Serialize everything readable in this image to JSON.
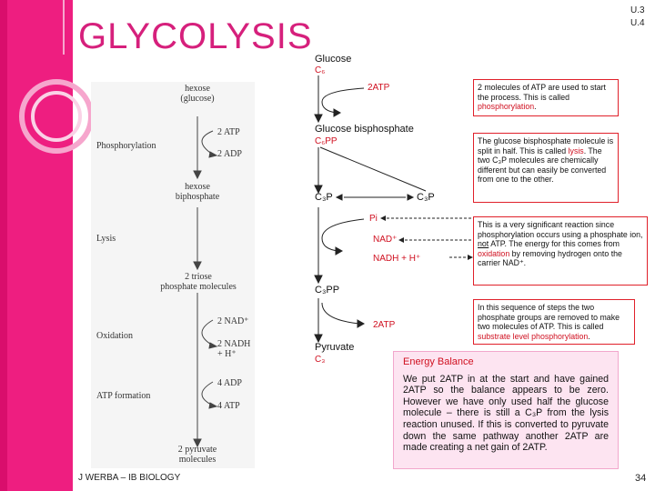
{
  "slide": {
    "title": "GLYCOLYSIS",
    "unit_codes": [
      "U.3",
      "U.4"
    ],
    "footer": "J WERBA – IB BIOLOGY",
    "page_number": "34"
  },
  "left_figure": {
    "top_label": "hexose\n(glucose)",
    "atp_in": "2 ATP",
    "adp_out": "2 ADP",
    "hexose_biphosphate": "hexose\nbiphosphate",
    "triose": "2 triose\nphosphate molecules",
    "nad_in": "2 NAD⁺",
    "nadh_out": "2 NADH + H⁺",
    "adp_in": "4 ADP",
    "atp_out": "4 ATP",
    "pyruvate": "2 pyruvate\nmolecules",
    "stages": [
      "Phosphorylation",
      "Lysis",
      "Oxidation",
      "ATP formation"
    ]
  },
  "right_figure": {
    "glucose": "Glucose",
    "c6": "C₆",
    "atp_label": "2ATP",
    "bisphosphate": "Glucose bisphosphate",
    "c6pp": "C₆PP",
    "c3p_left": "C₃P",
    "c3p_right": "C₃P",
    "pi": "Pi",
    "nad": "NAD⁺",
    "nadh": "NADH + H⁺",
    "c3pp": "C₃PP",
    "atp_out": "2ATP",
    "pyruvate": "Pyruvate",
    "c3": "C₃"
  },
  "notes": {
    "box1_a": "2 molecules of ATP are used to start the process. This is called ",
    "box1_hl": "phosphorylation",
    "box1_b": ".",
    "box2_a": "The glucose bisphosphate molecule is split in half. This is called ",
    "box2_hl": "lysis",
    "box2_b": ". The two C₃P molecules are chemically different but can easily be converted from one to the other.",
    "box3_a": "This is a very significant reaction since phosphorylation occurs using a phosphate ion, ",
    "box3_u": "not",
    "box3_b": " ATP. The energy for this comes from ",
    "box3_hl": "oxidation",
    "box3_c": " by removing hydrogen onto the carrier NAD⁺.",
    "box4_a": "In this sequence of steps the two phosphate groups are removed to make two molecules of ATP. This is called ",
    "box4_hl": "substrate level phosphorylation",
    "box4_b": "."
  },
  "energy_balance": {
    "title": "Energy Balance",
    "text": "We put 2ATP in at the start and have gained 2ATP so the balance appears to be zero. However we have only used half the glucose molecule – there is still a C₃P from the lysis reaction unused. If this is converted to pyruvate down the same pathway another 2ATP are made creating a net gain of 2ATP."
  },
  "colors": {
    "magenta": "#ee1e80",
    "title_pink": "#d6207c",
    "accent_red": "#d01020",
    "balance_bg": "#fde4f1"
  }
}
